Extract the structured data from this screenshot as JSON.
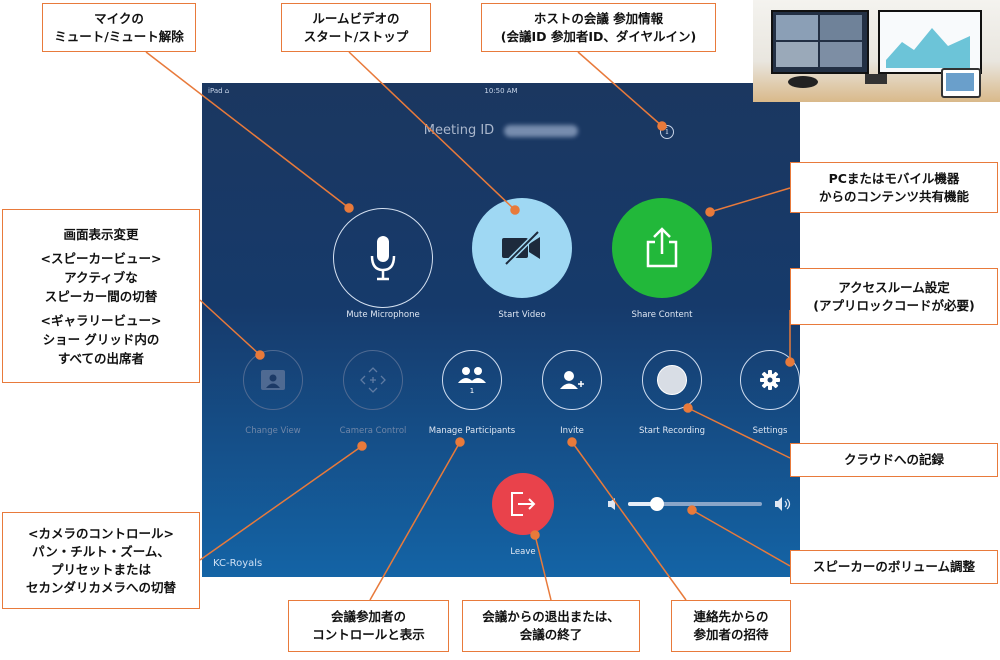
{
  "screen": {
    "carrier": "iPad ⌂",
    "time": "10:50 AM",
    "meeting_label": "Meeting ID",
    "info_glyph": "i",
    "buttons": {
      "mute": "Mute Microphone",
      "video": "Start Video",
      "share": "Share Content",
      "change_view": "Change View",
      "camera_control": "Camera Control",
      "manage_participants": "Manage Participants",
      "participant_count": "1",
      "invite": "Invite",
      "record": "Start Recording",
      "settings": "Settings",
      "leave": "Leave"
    },
    "volume_level": 0.22,
    "room_name": "KC-Royals",
    "colors": {
      "share_green": "#22b83a",
      "video_blue": "#9fd8f3",
      "leave_red": "#e9424b",
      "callout_border": "#e87a3b"
    }
  },
  "callouts": {
    "mic": [
      "マイクの",
      "ミュート/ミュート解除"
    ],
    "video": [
      "ルームビデオの",
      "スタート/ストップ"
    ],
    "info": [
      "ホストの会議 参加情報",
      "(会議ID 参加者ID、ダイヤルイン)"
    ],
    "share": [
      "PCまたはモバイル機器",
      "からのコンテンツ共有機能"
    ],
    "view": [
      "画面表示変更",
      "<スピーカービュー>",
      "アクティブな",
      "スピーカー間の切替",
      "<ギャラリービュー>",
      "ショー グリッド内の",
      "すべての出席者"
    ],
    "settings": [
      "アクセスルーム設定",
      "(アプリロックコードが必要)"
    ],
    "record": [
      "クラウドへの記録"
    ],
    "volume": [
      "スピーカーのボリューム調整"
    ],
    "camera": [
      "<カメラのコントロール>",
      "パン・チルト・ズーム、",
      "プリセットまたは",
      "セカンダリカメラへの切替"
    ],
    "participants": [
      "会議参加者の",
      "コントロールと表示"
    ],
    "leave": [
      "会議からの退出または、",
      "会議の終了"
    ],
    "invite": [
      "連絡先からの",
      "参加者の招待"
    ]
  }
}
